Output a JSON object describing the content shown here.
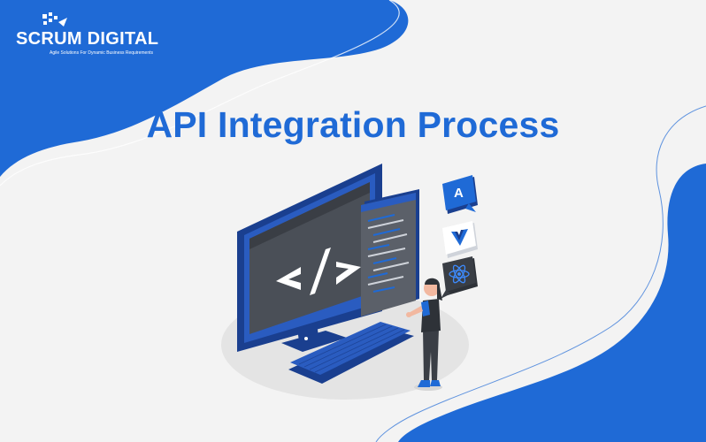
{
  "brand": {
    "name": "SCRUM DIGITAL",
    "tagline": "Agile Solutions For Dynamic Business Requirements"
  },
  "heading": {
    "title": "API Integration Process"
  },
  "illustration": {
    "code_symbol": "</>",
    "badges": [
      {
        "icon": "angular-icon",
        "letter": "A"
      },
      {
        "icon": "vue-icon",
        "letter": ""
      },
      {
        "icon": "react-icon",
        "letter": ""
      }
    ]
  },
  "colors": {
    "primary": "#1f6ad6",
    "navy": "#1a3f8f",
    "background": "#f3f3f3",
    "screen_gray": "#4a4f57"
  }
}
